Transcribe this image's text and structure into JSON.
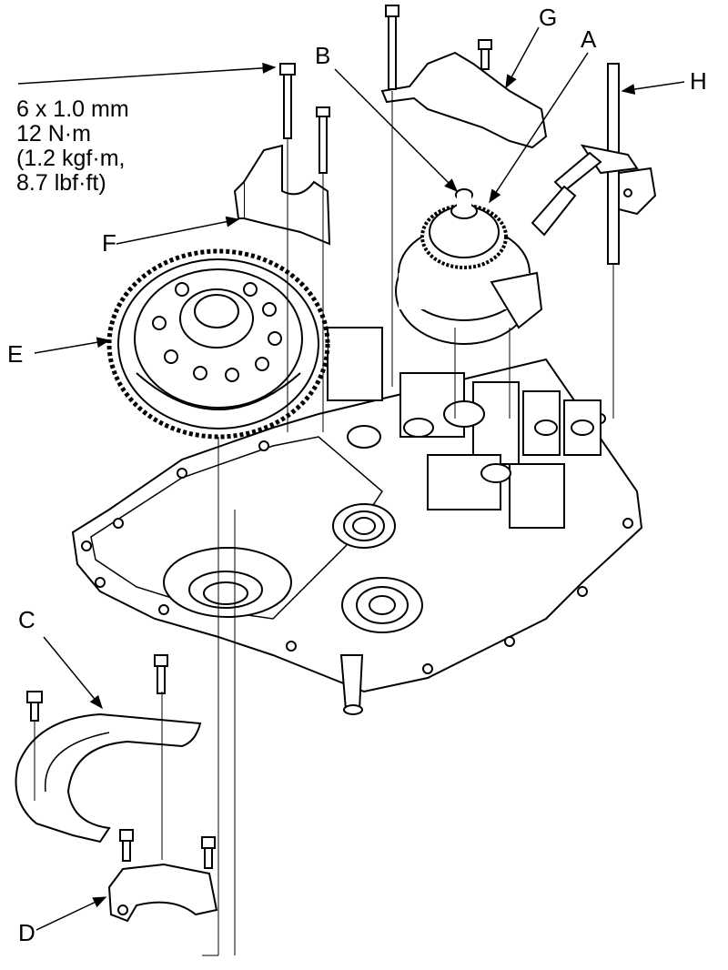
{
  "callouts": {
    "A": "A",
    "B": "B",
    "C": "C",
    "D": "D",
    "E": "E",
    "F": "F",
    "G": "G",
    "H": "H"
  },
  "torque_spec": {
    "line1": "6 x 1.0 mm",
    "line2": "12 N·m",
    "line3": "(1.2 kgf·m,",
    "line4": "8.7 lbf·ft)"
  }
}
